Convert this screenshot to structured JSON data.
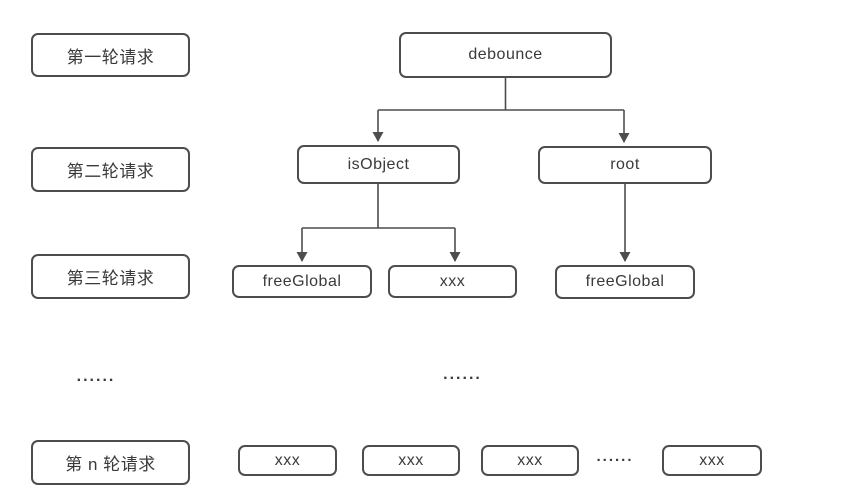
{
  "colors": {
    "line": "#4d4d4d",
    "text": "#3a3a3a",
    "box_background": "#ffffff"
  },
  "rounds": {
    "row1": "第一轮请求",
    "row2": "第二轮请求",
    "row3": "第三轮请求",
    "ellipsis": "......",
    "rowN": "第 n 轮请求"
  },
  "tree": {
    "debounce": "debounce",
    "isObject": "isObject",
    "root": "root",
    "freeGlobal_left": "freeGlobal",
    "xxx_mid": "xxx",
    "freeGlobal_right": "freeGlobal",
    "ellipsis_center": "......",
    "bottom": {
      "xxx1": "xxx",
      "xxx2": "xxx",
      "xxx3": "xxx",
      "ellipsis": "......",
      "xxx4": "xxx"
    }
  }
}
